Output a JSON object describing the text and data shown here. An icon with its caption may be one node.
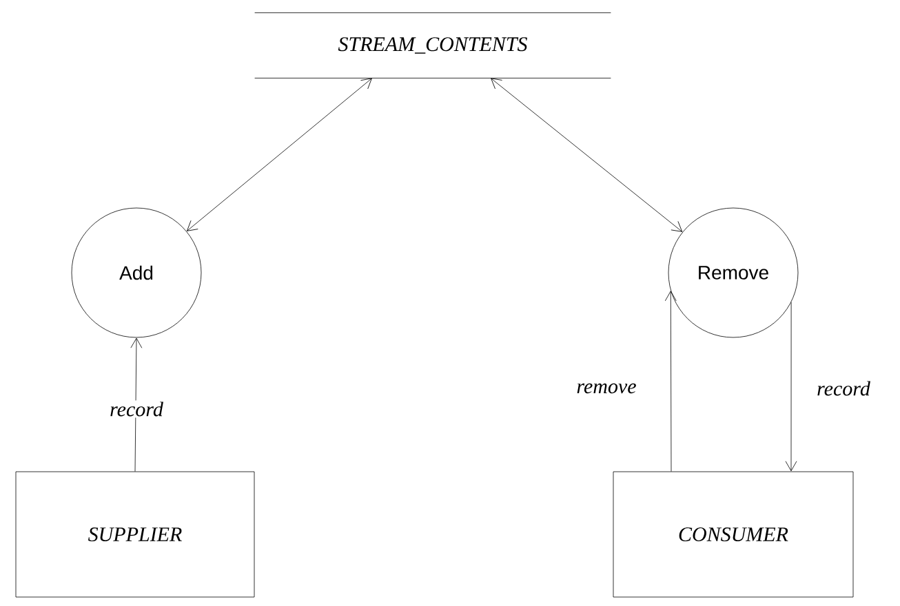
{
  "diagram": {
    "nodes": [
      {
        "text": [
          "STREAM_CONTENTS"
        ]
      },
      {
        "text": [
          "Add"
        ]
      },
      {
        "text": [
          "Remove"
        ]
      },
      {
        "text": [
          "SUPPLIER"
        ]
      },
      {
        "text": [
          "CONSUMER"
        ]
      }
    ],
    "edges": [
      {
        "from": 0,
        "to": 1,
        "arrow": "both"
      },
      {
        "from": 0,
        "to": 2,
        "arrow": "both"
      },
      {
        "from": 3,
        "to": 1,
        "arrow": "to",
        "label": "record"
      },
      {
        "from": 4,
        "to": 2,
        "arrow": "to",
        "label": "remove"
      },
      {
        "from": 2,
        "to": 4,
        "arrow": "to",
        "label": "record"
      }
    ]
  }
}
